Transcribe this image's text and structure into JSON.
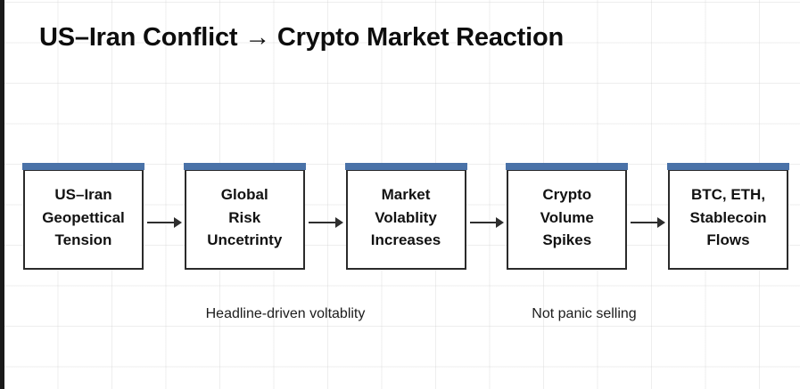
{
  "slide": {
    "title": "US–Iran Conflict → Crypto Market Reaction",
    "accent_color": "#4a72a8",
    "border_color": "#2b2b2b",
    "background_color": "#ffffff"
  },
  "flow": {
    "nodes": [
      {
        "id": "geopolitical-tension",
        "lines": [
          "US–Iran",
          "Geopettical",
          "Tension"
        ]
      },
      {
        "id": "global-risk-uncertainty",
        "lines": [
          "Global",
          "Risk",
          "Uncetrinty"
        ]
      },
      {
        "id": "market-volatility",
        "lines": [
          "Market",
          "Volablity",
          "Increases"
        ]
      },
      {
        "id": "crypto-volume",
        "lines": [
          "Crypto",
          "Volume",
          "Spikes"
        ]
      },
      {
        "id": "asset-flows",
        "lines": [
          "BTC, ETH,",
          "Stablecoin",
          "Flows"
        ]
      }
    ],
    "connector_icon": "arrow-right-icon",
    "connector_count": 4
  },
  "captions": [
    {
      "id": "headline-driven",
      "text": "Headline-driven voltablity"
    },
    {
      "id": "not-panic-selling",
      "text": "Not panic selling"
    }
  ]
}
